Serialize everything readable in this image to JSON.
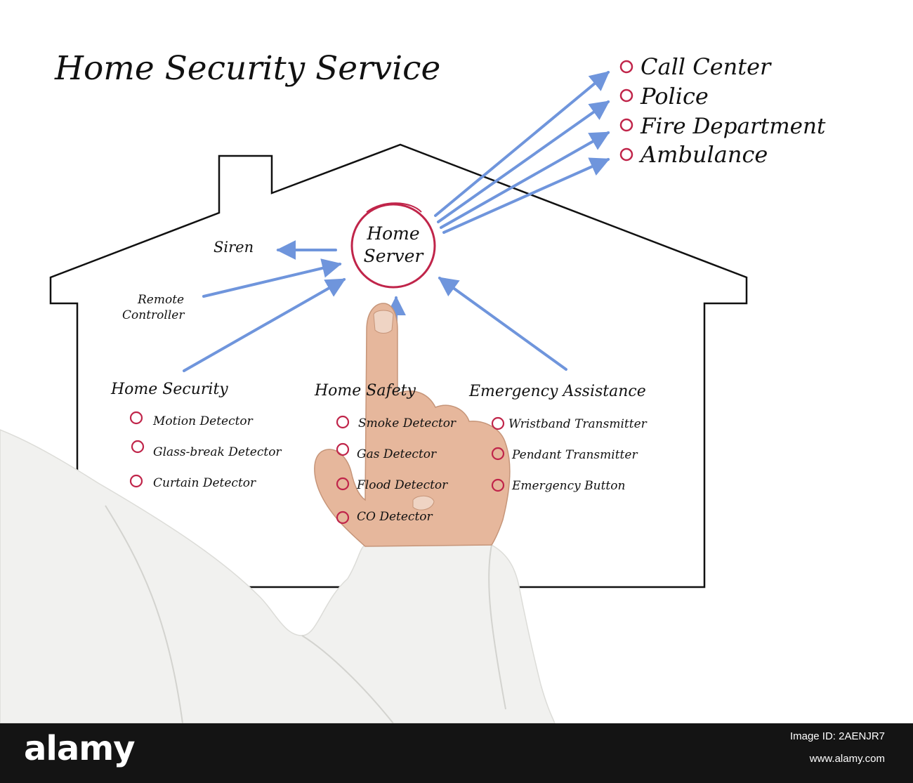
{
  "diagram": {
    "title": "Home Security Service",
    "hub": {
      "line1": "Home",
      "line2": "Server"
    },
    "outputs": [
      "Call Center",
      "Police",
      "Fire Department",
      "Ambulance"
    ],
    "siren": "Siren",
    "remote": {
      "line1": "Remote",
      "line2": "Controller"
    },
    "groups": [
      {
        "heading": "Home Security",
        "items": [
          "Motion Detector",
          "Glass-break Detector",
          "Curtain Detector"
        ]
      },
      {
        "heading": "Home Safety",
        "items": [
          "Smoke Detector",
          "Gas Detector",
          "Flood Detector",
          "CO Detector"
        ]
      },
      {
        "heading": "Emergency Assistance",
        "items": [
          "Wristband Transmitter",
          "Pendant Transmitter",
          "Emergency Button"
        ]
      }
    ]
  },
  "watermark": "alamy",
  "footer": {
    "logo": "alamy",
    "image_id": "Image ID: 2AENJR7",
    "url": "www.alamy.com"
  },
  "colors": {
    "arrow": "#6f95dc",
    "marker": "#c0254a",
    "ink": "#111111",
    "sleeve": "#f1f1ef",
    "skin": "#e6b79c",
    "footer_bg": "#141414"
  }
}
